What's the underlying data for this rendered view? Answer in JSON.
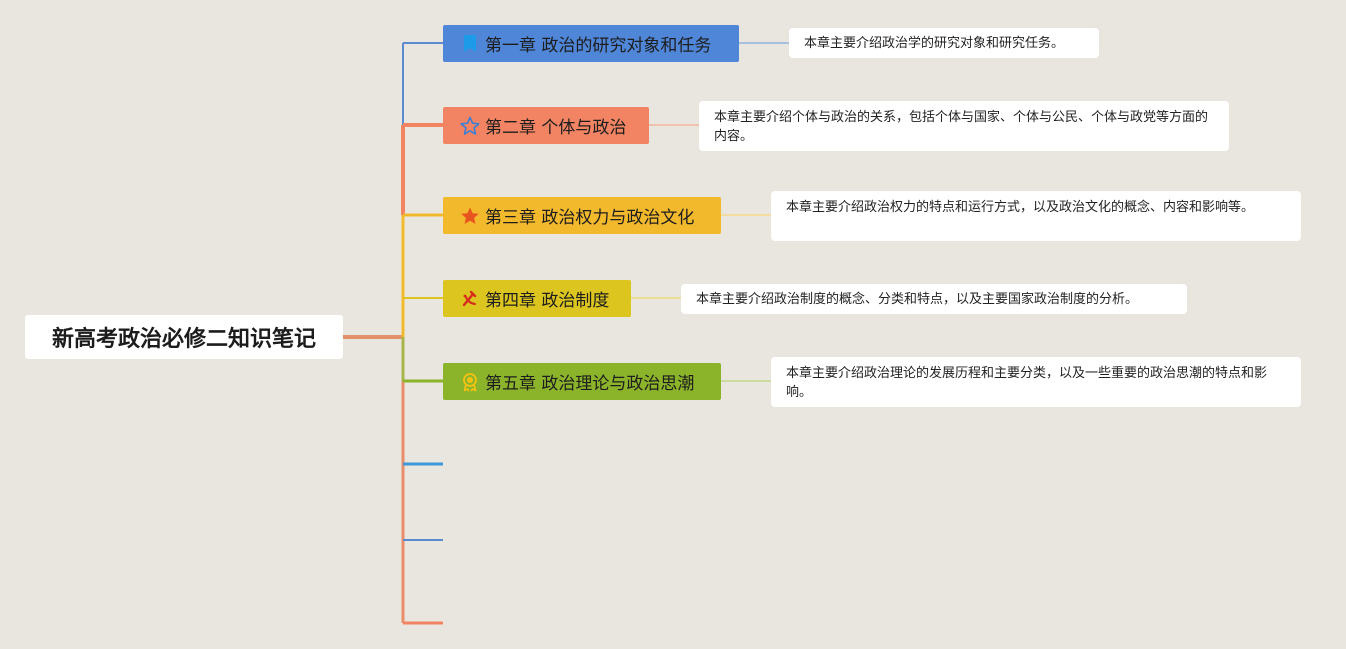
{
  "root": {
    "title": "新高考政治必修二知识笔记"
  },
  "chapters": [
    {
      "label": "第一章 政治的研究对象和任务",
      "icon": "bookmark-icon",
      "color": "#4f86d8",
      "note": "本章主要介绍政治学的研究对象和研究任务。"
    },
    {
      "label": "第二章 个体与政治",
      "icon": "star-outline-icon",
      "color": "#f28463",
      "note": "本章主要介绍个体与政治的关系，包括个体与国家、个体与公民、个体与政党等方面的内容。"
    },
    {
      "label": "第三章 政治权力与政治文化",
      "icon": "star-icon",
      "color": "#f3b92d",
      "note": "本章主要介绍政治权力的特点和运行方式，以及政治文化的概念、内容和影响等。"
    },
    {
      "label": "第四章 政治制度",
      "icon": "party-emblem-icon",
      "color": "#dcc51e",
      "note": "本章主要介绍政治制度的概念、分类和特点，以及主要国家政治制度的分析。"
    },
    {
      "label": "第五章 政治理论与政治思潮",
      "icon": "award-icon",
      "color": "#8cb42b",
      "note": "本章主要介绍政治理论的发展历程和主要分类，以及一些重要的政治思潮的特点和影响。"
    }
  ],
  "empty_branches": [
    {
      "color": "#3d97d8"
    },
    {
      "color": "#5c8ad0"
    },
    {
      "color": "#f28463"
    }
  ]
}
